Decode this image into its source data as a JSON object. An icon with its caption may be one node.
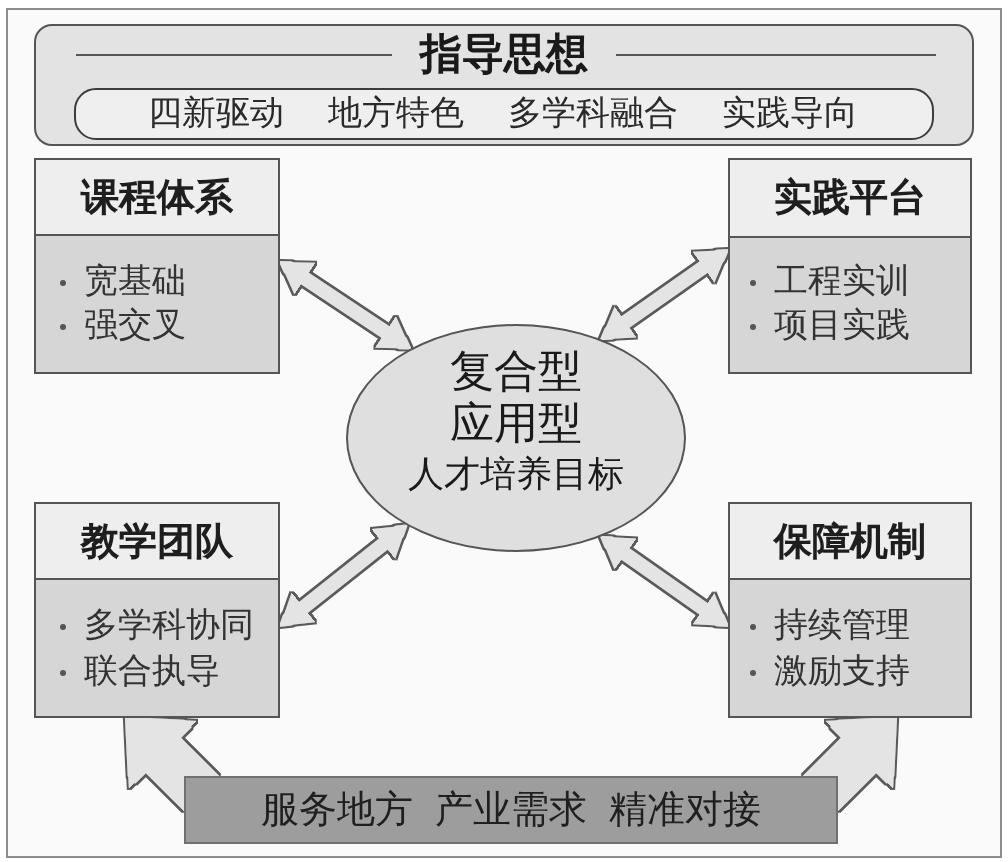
{
  "diagram": {
    "nodes": [
      {
        "text": [
          "指导思想"
        ]
      },
      {
        "text": [
          "四新驱动",
          "地方特色",
          "多学科融合",
          "实践导向"
        ],
        "in": 0
      },
      {
        "text": [
          "课程体系",
          "宽基础",
          "强交叉"
        ]
      },
      {
        "text": [
          "实践平台",
          "工程实训",
          "项目实践"
        ]
      },
      {
        "text": [
          "复合型应用型",
          "人才培养目标"
        ]
      },
      {
        "text": [
          "教学团队",
          "多学科协同",
          "联合执导"
        ]
      },
      {
        "text": [
          "保障机制",
          "持续管理",
          "激励支持"
        ]
      },
      {
        "text": [
          "服务地方 产业需求 精准对接"
        ]
      }
    ],
    "edges": [
      {
        "from": 2,
        "to": 4,
        "arrow": "both"
      },
      {
        "from": 3,
        "to": 4,
        "arrow": "both"
      },
      {
        "from": 5,
        "to": 4,
        "arrow": "both"
      },
      {
        "from": 6,
        "to": 4,
        "arrow": "both"
      },
      {
        "from": 7,
        "to": 5,
        "arrow": "to",
        "style": "thick"
      },
      {
        "from": 7,
        "to": 6,
        "arrow": "to",
        "style": "thick"
      }
    ]
  }
}
